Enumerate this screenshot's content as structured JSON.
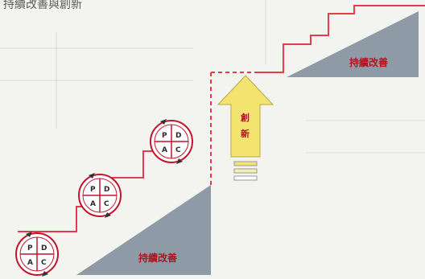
{
  "title": "持續改善與創新",
  "staircase_labels": [
    "持續改善",
    "持續改善"
  ],
  "innovation_label": {
    "line1": "創",
    "line2": "新"
  },
  "pdca": {
    "p": "P",
    "d": "D",
    "a": "A",
    "c": "C"
  },
  "colors": {
    "stair_line": "#e53a4a",
    "triangle_fill": "#8e9aa6",
    "arrow_fill": "#f2e46e",
    "ring": "#c0162c"
  }
}
